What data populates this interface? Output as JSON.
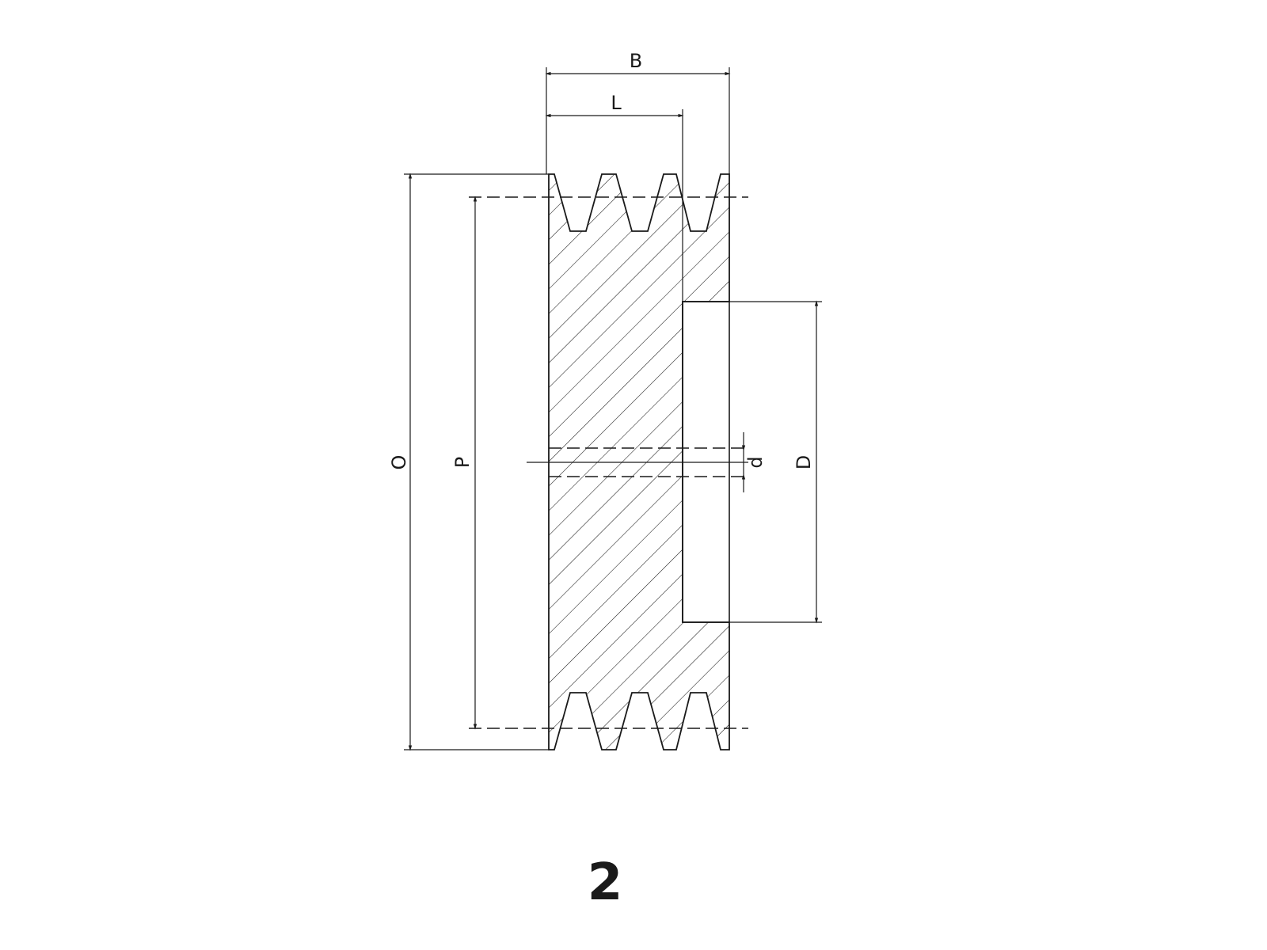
{
  "diagram": {
    "labels": {
      "B": "B",
      "L": "L",
      "O": "O",
      "P": "P",
      "D": "D",
      "d": "d"
    },
    "figure_number": "2"
  },
  "colors": {
    "line": "#1a1a1a",
    "background": "#ffffff"
  }
}
